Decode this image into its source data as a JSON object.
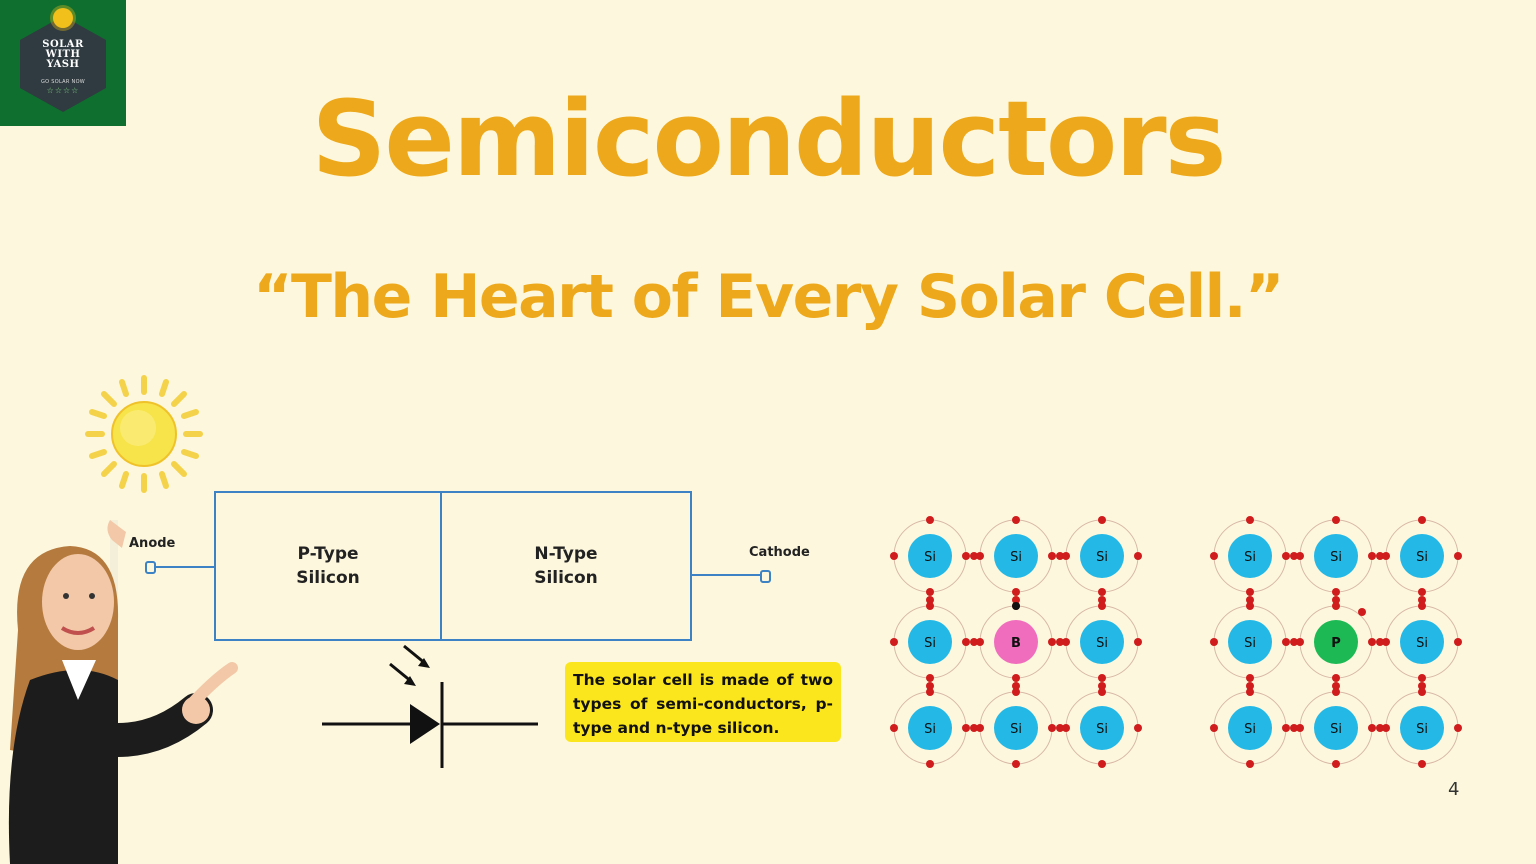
{
  "logo": {
    "lines": [
      "SOLAR",
      "WITH",
      "YASH"
    ],
    "tagline": "GO SOLAR NOW",
    "stars": "☆☆☆☆",
    "bg_color": "#0f6f2e"
  },
  "title": "Semiconductors",
  "subtitle": "“The Heart of Every Solar Cell.”",
  "accent_color": "#eda81b",
  "cell": {
    "p_type": {
      "line1": "P-Type",
      "line2": "Silicon"
    },
    "n_type": {
      "line1": "N-Type",
      "line2": "Silicon"
    },
    "anode_label": "Anode",
    "cathode_label": "Cathode"
  },
  "note": "The solar cell is made of two types of semi-conductors, p-type and n-type silicon.",
  "lattices": [
    {
      "center": "B",
      "neighbor": "Si",
      "center_color": "#f06dbd"
    },
    {
      "center": "P",
      "neighbor": "Si",
      "center_color": "#1db954"
    }
  ],
  "atom_color": "#23b8e6",
  "electron_color": "#d01c1c",
  "page_number": "4"
}
